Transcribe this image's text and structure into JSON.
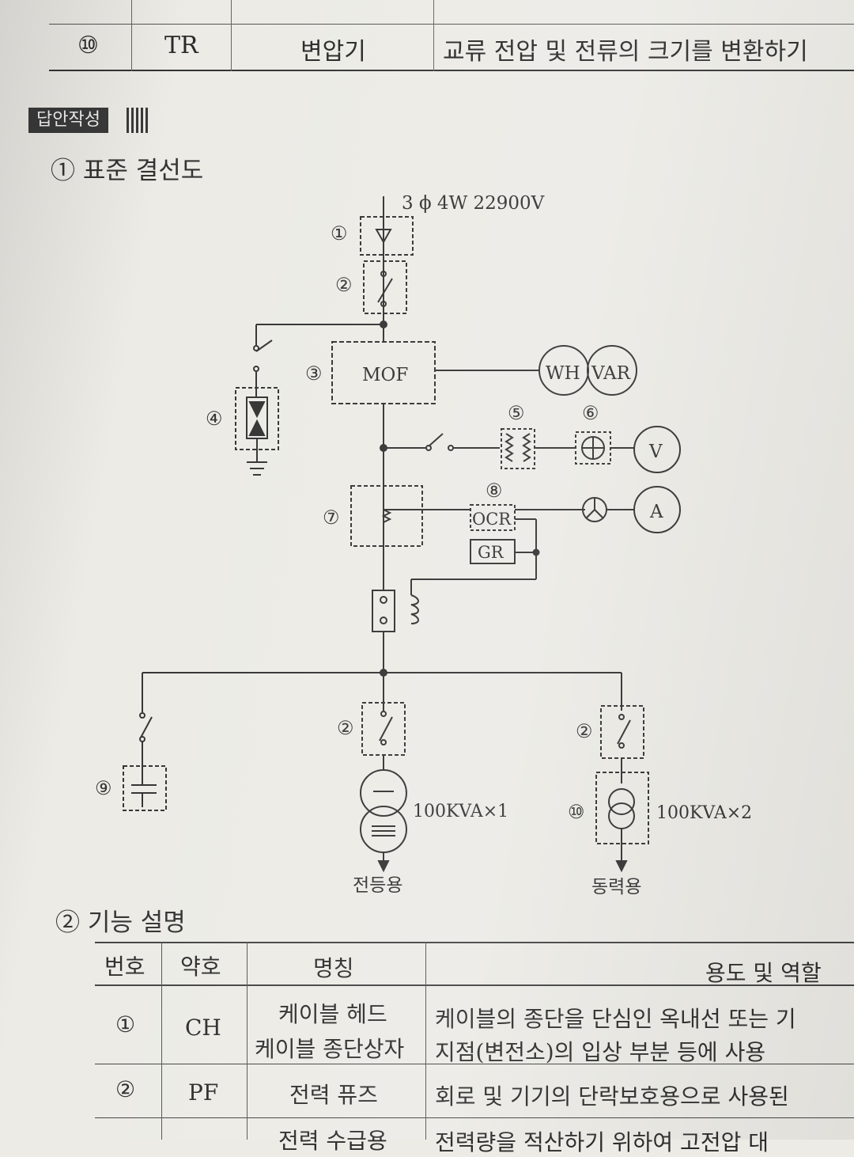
{
  "top_table": {
    "no": "⑩",
    "abbr": "TR",
    "name": "변압기",
    "desc": "교류 전압 및 전류의 크기를 변환하기"
  },
  "answer_label": "답안작성",
  "section1_title": "① 표준 결선도",
  "diagram": {
    "source_label": "3 ϕ 4W 22900V",
    "mof_label": "MOF",
    "wh_label": "WH",
    "var_label": "VAR",
    "v_label": "V",
    "a_label": "A",
    "ocr_label": "OCR",
    "gr_label": "GR",
    "marker_1": "①",
    "marker_2": "②",
    "marker_3": "③",
    "marker_4": "④",
    "marker_5": "⑤",
    "marker_6": "⑥",
    "marker_7": "⑦",
    "marker_8": "⑧",
    "marker_9": "⑨",
    "marker_10": "⑩",
    "tr1_rating": "100KVA×1",
    "tr2_rating": "100KVA×2",
    "load1": "전등용",
    "load2": "동력용"
  },
  "section2_title": "② 기능 설명",
  "func_table": {
    "headers": [
      "번호",
      "약호",
      "명칭",
      "용도 및 역할"
    ],
    "rows": [
      {
        "no": "①",
        "abbr": "CH",
        "name_1": "케이블 헤드",
        "name_2": "케이블 종단상자",
        "desc_1": "케이블의 종단을 단심인 옥내선 또는 기",
        "desc_2": "지점(변전소)의 입상 부분 등에 사용"
      },
      {
        "no": "②",
        "abbr": "PF",
        "name_1": "전력 퓨즈",
        "desc_1": "회로 및 기기의 단락보호용으로 사용된"
      },
      {
        "name_1": "전력 수급용",
        "desc_1": "전력량을 적산하기 위하여 고전압 대"
      }
    ]
  }
}
